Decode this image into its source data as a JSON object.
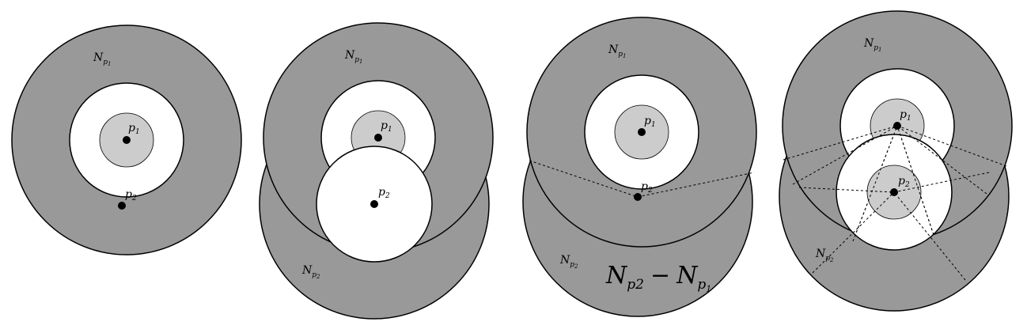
{
  "colors": {
    "annulus": "#999999",
    "inner_disk": "#cccccc",
    "hole": "#ffffff",
    "stroke": "#000000",
    "point": "#000000"
  },
  "panels": [
    {
      "labels": {
        "n_p1": {
          "main": "N",
          "sub": "p",
          "subsub": "1"
        },
        "p1": {
          "main": "p",
          "sub": "1"
        },
        "p2": {
          "main": "p",
          "sub": "2"
        }
      }
    },
    {
      "labels": {
        "n_p1": {
          "main": "N",
          "sub": "p",
          "subsub": "1"
        },
        "n_p2": {
          "main": "N",
          "sub": "p",
          "subsub": "2"
        },
        "p1": {
          "main": "p",
          "sub": "1"
        },
        "p2": {
          "main": "p",
          "sub": "2"
        }
      }
    },
    {
      "labels": {
        "n_p1": {
          "main": "N",
          "sub": "p",
          "subsub": "1"
        },
        "n_p2": {
          "main": "N",
          "sub": "p",
          "subsub": "2"
        },
        "p1": {
          "main": "p",
          "sub": "1"
        },
        "p2": {
          "main": "p",
          "sub": "2"
        }
      },
      "formula": {
        "a": "N",
        "a_sub": "p2",
        "op": "−",
        "b": "N",
        "b_sub": "p",
        "b_subsub": "1"
      }
    },
    {
      "labels": {
        "n_p1": {
          "main": "N",
          "sub": "p",
          "subsub": "1"
        },
        "n_p2": {
          "main": "N",
          "sub": "p",
          "subsub": "2"
        },
        "p1": {
          "main": "p",
          "sub": "1"
        },
        "p2": {
          "main": "p",
          "sub": "2"
        }
      }
    }
  ]
}
